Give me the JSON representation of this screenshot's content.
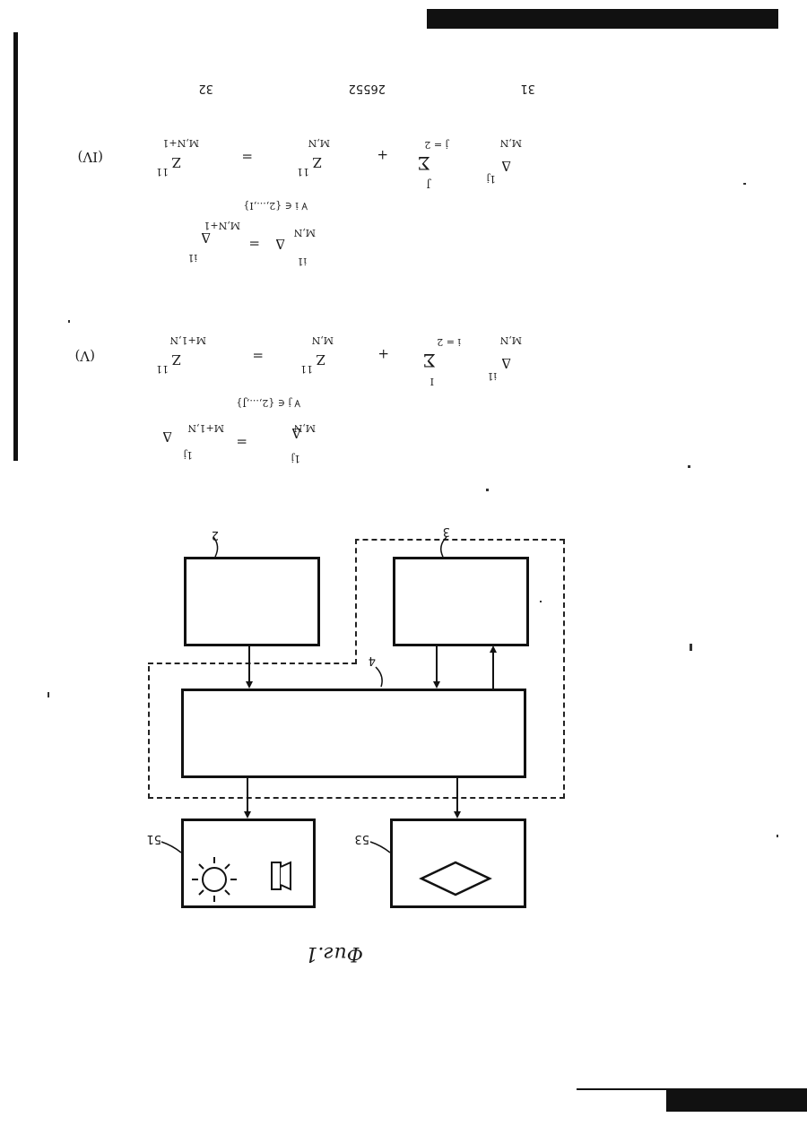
{
  "header": {
    "page_left": "31",
    "doc_number": "26552",
    "page_right": "32"
  },
  "equations": {
    "iv": {
      "tag": "(IV)",
      "lhs_var": "Z",
      "lhs_sub": "11",
      "lhs_sup": "M,N+1",
      "eq1": "=",
      "rhs1_var": "Z",
      "rhs1_sub": "11",
      "rhs1_sup": "M,N",
      "plus": "+",
      "sum_top": "J",
      "sum_sym": "Σ",
      "sum_bottom": "j = 2",
      "delta_var": "Δ",
      "delta_sub": "1j",
      "delta_sup": "M,N",
      "cond": "∀ i ∈ {2,...,I}",
      "sub_lhs_var": "Δ",
      "sub_lhs_sub": "i1",
      "sub_lhs_sup": "M,N+1",
      "sub_eq": "=",
      "sub_rhs_var": "Δ",
      "sub_rhs_sub": "i1",
      "sub_rhs_sup": "M,N"
    },
    "v": {
      "tag": "(V)",
      "lhs_var": "Z",
      "lhs_sub": "11",
      "lhs_sup": "M+1,N",
      "eq1": "=",
      "rhs1_var": "Z",
      "rhs1_sub": "11",
      "rhs1_sup": "M,N",
      "plus": "+",
      "sum_top": "I",
      "sum_sym": "Σ",
      "sum_bottom": "i = 2",
      "delta_var": "Δ",
      "delta_sub": "i1",
      "delta_sup": "M,N",
      "cond": "∀ j ∈ {2,...,J}",
      "sub_lhs_var": "Δ",
      "sub_lhs_sub": "1j",
      "sub_lhs_sup": "M+1,N",
      "sub_eq": "=",
      "sub_rhs_var": "Δ",
      "sub_rhs_sub": "1j",
      "sub_rhs_sup": "M,N"
    }
  },
  "diagram": {
    "labels": {
      "block2": "2",
      "block3": "3",
      "block4": "4",
      "block51": "51",
      "block53": "53"
    },
    "icons": [
      "lamp-icon",
      "speaker-icon",
      "diamond-icon"
    ]
  },
  "caption": "Фиг.1"
}
